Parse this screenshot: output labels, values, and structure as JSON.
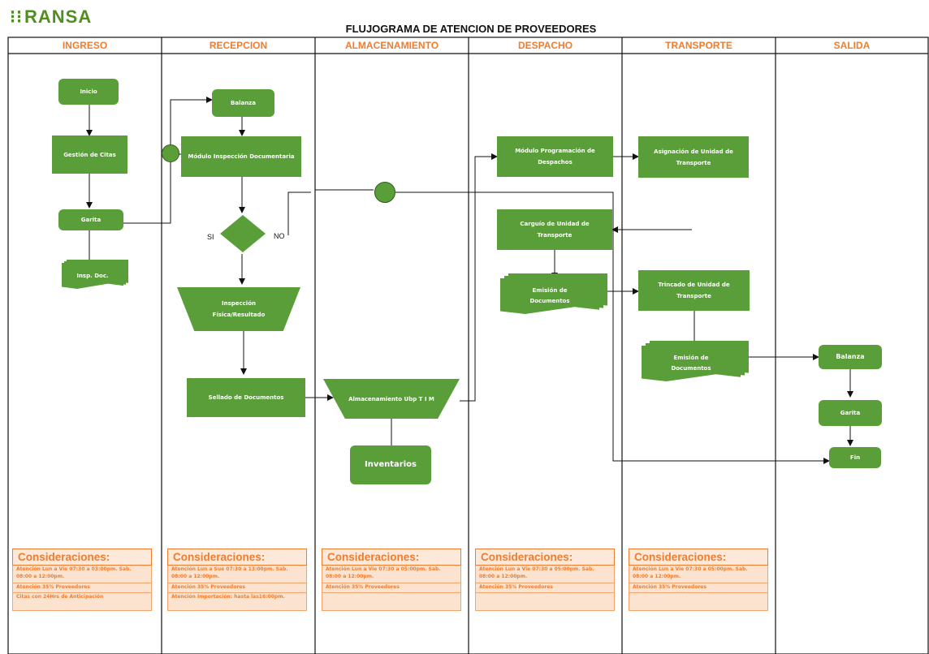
{
  "logo": "RANSA",
  "title": "FLUJOGRAMA DE ATENCION DE PROVEEDORES",
  "lanes": [
    "INGRESO",
    "RECEPCION",
    "ALMACENAMIENTO",
    "DESPACHO",
    "TRANSPORTE",
    "SALIDA"
  ],
  "nodes": {
    "inicio": "Inicio",
    "gestion_citas": "Gestión de Citas",
    "garita_ingreso": "Garita",
    "insp_doc": "Insp. Doc.",
    "balanza_recepcion": "Balanza",
    "modulo_inspeccion": "Módulo Inspección Documentaria",
    "inspeccion_fisica": "Inspección Física/Resultado",
    "sellado": "Sellado de Documentos",
    "almacenamiento": "Almacenamiento Ubp T I M",
    "inventarios": "Inventarios",
    "modulo_programacion": "Módulo Programación de Despachos",
    "carguio": "Carguío de Unidad de Transporte",
    "emision_despacho": "Emisión de Documentos",
    "asignacion": "Asignación de Unidad de Transporte",
    "trincado": "Trincado de Unidad de Transporte",
    "emision_transporte": "Emisión de Documentos",
    "balanza_salida": "Balanza",
    "garita_salida": "Garita",
    "fin": "Fin"
  },
  "decision": {
    "yes": "SI",
    "no": "NO"
  },
  "considerations": [
    {
      "title": "Consideraciones:",
      "lines": [
        "Atención Lun a Vie 07:30 a 03:00pm. Sab. 08:00 a 12:00pm.",
        "Atención 35% Proveedores",
        "Citas con 24Hrs de Anticipación"
      ]
    },
    {
      "title": "Consideraciones:",
      "lines": [
        "Atención Lun a Sue 07:30 a 13:00pm. Sab. 08:00 a 12:00pm.",
        "Atención 35% Proveedores",
        "Atención Importación: hasta las16:00pm."
      ]
    },
    {
      "title": "Consideraciones:",
      "lines": [
        "Atención Lun a Vie 07:30 a 05:00pm. Sab. 08:00 a 12:00pm.",
        "Atención 35% Proveedores"
      ]
    },
    {
      "title": "Consideraciones:",
      "lines": [
        "Atención Lun a Vie 07:30 a 05:00pm. Sab. 08:00 a 12:00pm.",
        "Atención 35% Proveedores"
      ]
    },
    {
      "title": "Consideraciones:",
      "lines": [
        "Atención Lun a Vie 07:30 a 05:00pm. Sab. 08:00 a 12:00pm.",
        "Atención 35% Proveedores"
      ]
    }
  ],
  "colors": {
    "node": "#5a9e3a",
    "accent": "#ee7d31",
    "logo": "#4f8f1f"
  }
}
